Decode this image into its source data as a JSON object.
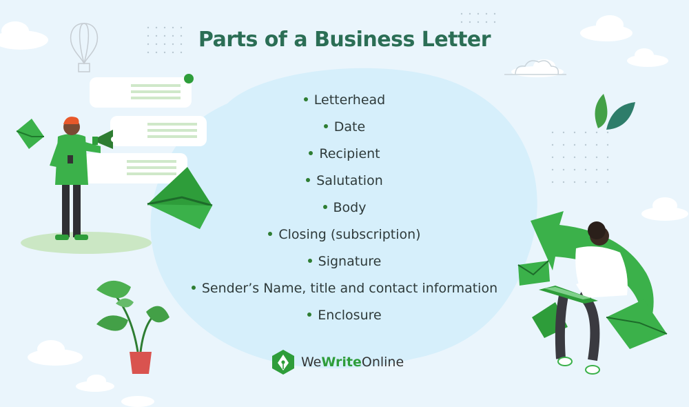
{
  "title": "Parts of a Business Letter",
  "items": [
    "Letterhead",
    "Date",
    "Recipient",
    "Salutation",
    "Body",
    "Closing (subscription)",
    "Signature",
    "Sender’s Name, title and contact information",
    "Enclosure"
  ],
  "brand": {
    "prefix": "We",
    "highlight": "Write",
    "suffix": "Online"
  },
  "colors": {
    "background": "#eaf5fc",
    "blob": "#d6effb",
    "title": "#2b6e55",
    "title_highlight": "#f4ec8a",
    "accent_green": "#2e9d3a",
    "text": "#2e3a3a"
  }
}
